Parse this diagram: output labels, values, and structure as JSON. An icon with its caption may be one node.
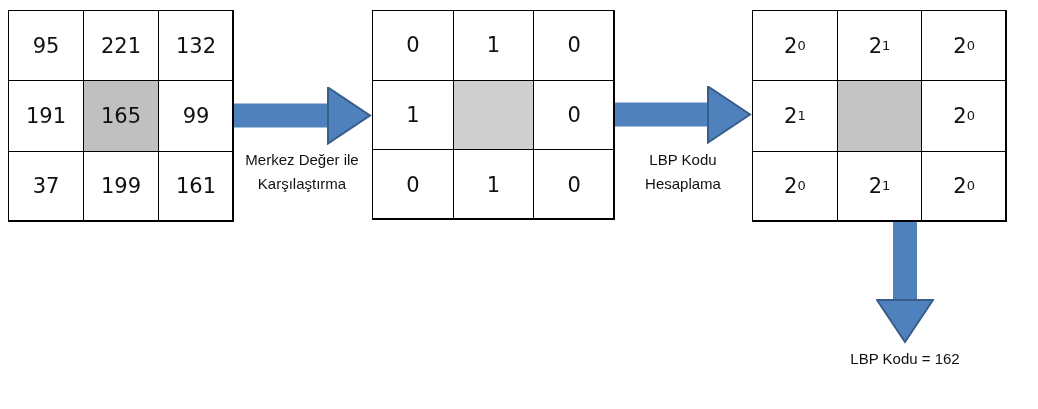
{
  "diagram": {
    "nodes": [
      {
        "text": [],
        "shape": "box"
      },
      {
        "text": [
          "95"
        ],
        "in": 0
      },
      {
        "text": [
          "221"
        ],
        "in": 0
      },
      {
        "text": [
          "132"
        ],
        "in": 0
      },
      {
        "text": [
          "191"
        ],
        "in": 0
      },
      {
        "text": [
          "165"
        ],
        "in": 0
      },
      {
        "text": [
          "99"
        ],
        "in": 0
      },
      {
        "text": [
          "37"
        ],
        "in": 0
      },
      {
        "text": [
          "199"
        ],
        "in": 0
      },
      {
        "text": [
          "161"
        ],
        "in": 0
      },
      {
        "text": [],
        "shape": "box"
      },
      {
        "text": [
          "0"
        ],
        "in": 10
      },
      {
        "text": [
          "1"
        ],
        "in": 10
      },
      {
        "text": [
          "0"
        ],
        "in": 10
      },
      {
        "text": [
          "1"
        ],
        "in": 10
      },
      {
        "text": [],
        "shape": "box",
        "in": 10
      },
      {
        "text": [
          "0"
        ],
        "in": 10
      },
      {
        "text": [
          "0"
        ],
        "in": 10
      },
      {
        "text": [
          "1"
        ],
        "in": 10
      },
      {
        "text": [
          "0"
        ],
        "in": 10
      },
      {
        "text": [],
        "shape": "box"
      },
      {
        "text": [
          "2$^{0}$"
        ],
        "in": 20
      },
      {
        "text": [
          "2$^{1}$"
        ],
        "in": 20
      },
      {
        "text": [
          "2$^{0}$"
        ],
        "in": 20
      },
      {
        "text": [
          "2$^{1}$"
        ],
        "in": 20
      },
      {
        "text": [],
        "shape": "box",
        "in": 20
      },
      {
        "text": [
          "2$^{0}$"
        ],
        "in": 20
      },
      {
        "text": [
          "2$^{0}$"
        ],
        "in": 20
      },
      {
        "text": [
          "2$^{1}$"
        ],
        "in": 20
      },
      {
        "text": [
          "2$^{0}$"
        ],
        "in": 20
      },
      {
        "text": [
          "LBP Kodu = 162"
        ]
      }
    ],
    "edges": [
      {
        "from": 0,
        "to": 10,
        "arrow": "to",
        "label": "Merkez Değer ile Karşılaştırma"
      },
      {
        "from": 10,
        "to": 20,
        "arrow": "to",
        "label": "LBP Kodu Hesaplama"
      },
      {
        "from": 20,
        "to": 30,
        "arrow": "to"
      }
    ]
  }
}
